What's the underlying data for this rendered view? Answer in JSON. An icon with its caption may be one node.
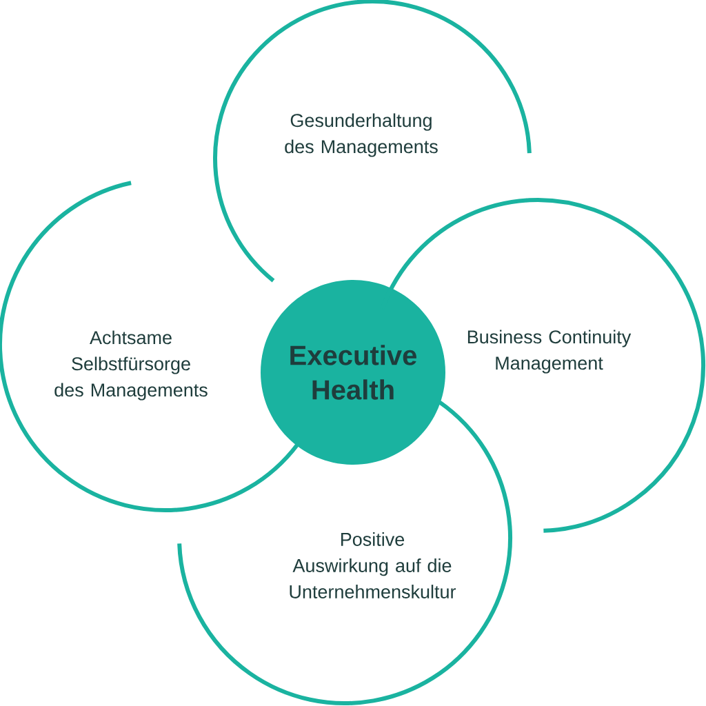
{
  "diagram": {
    "nodes": [
      {
        "text": [
          "Gesunderhaltung des Managements"
        ]
      },
      {
        "text": [
          "Achtsame Selbstfürsorge des Managements"
        ]
      },
      {
        "text": [
          "Executive Health"
        ]
      },
      {
        "text": [
          "Business Continuity Management"
        ]
      },
      {
        "text": [
          "Positive Auswirkung auf die Unternehmenskultur"
        ]
      }
    ]
  }
}
